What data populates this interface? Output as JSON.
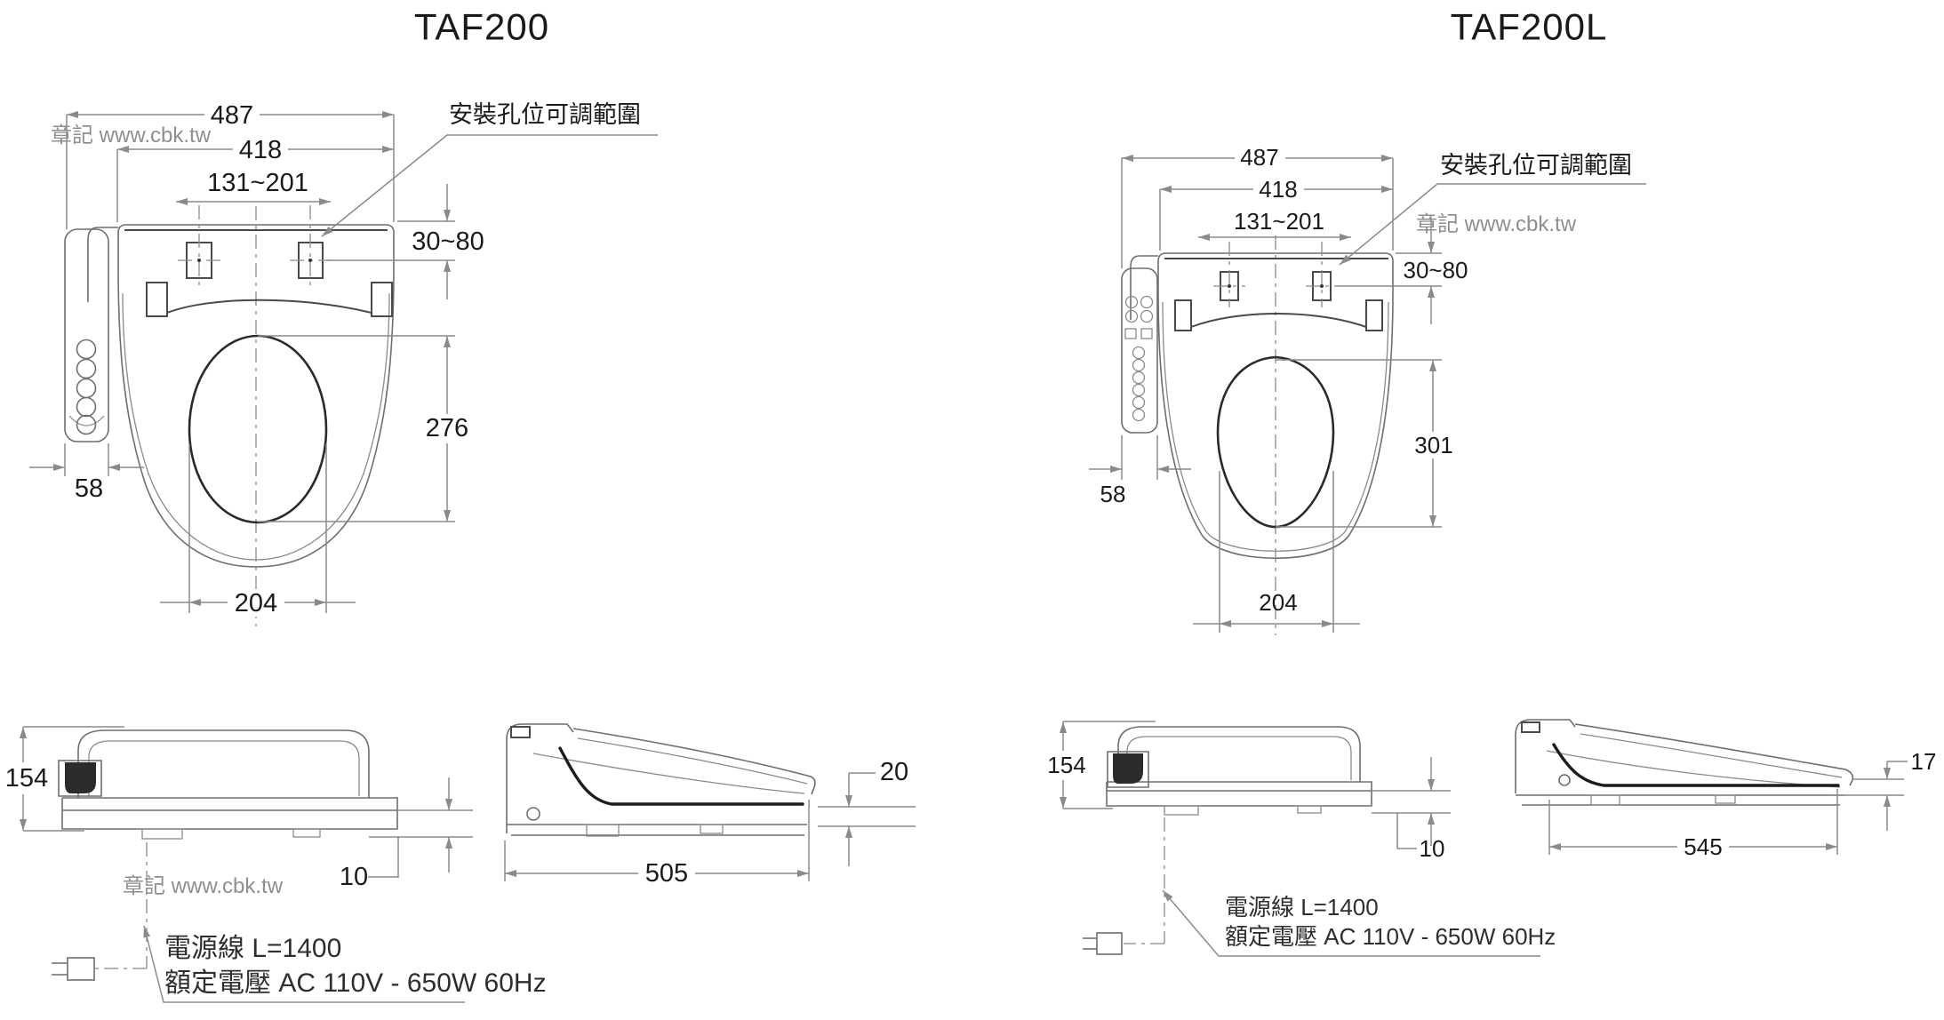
{
  "colors": {
    "outline": "#6e6e6e",
    "heavy": "#1c1c1c",
    "dimension": "#8a8a8a",
    "text": "#1a1a1a",
    "watermark": "#8f8f8f"
  },
  "models": {
    "left": {
      "title": "TAF200",
      "label_mounting": "安裝孔位可調範圍",
      "watermark_top": "章記 www.cbk.tw",
      "watermark_bottom": "章記 www.cbk.tw",
      "power_line1": "電源線 L=1400",
      "power_line2": "額定電壓 AC 110V - 650W 60Hz",
      "dims": {
        "width_overall": "487",
        "width_lid": "418",
        "hole_range": "131~201",
        "hole_offset": "30~80",
        "bowl_length": "276",
        "bowl_width": "204",
        "panel_width": "58",
        "base_offset": "10",
        "side_length": "505",
        "lid_gap": "20",
        "height": "154"
      }
    },
    "right": {
      "title": "TAF200L",
      "label_mounting": "安裝孔位可調範圍",
      "watermark_top": "章記 www.cbk.tw",
      "power_line1": "電源線 L=1400",
      "power_line2": "額定電壓 AC 110V - 650W 60Hz",
      "dims": {
        "width_overall": "487",
        "width_lid": "418",
        "hole_range": "131~201",
        "hole_offset": "30~80",
        "bowl_length": "301",
        "bowl_width": "204",
        "panel_width": "58",
        "base_offset": "10",
        "side_length": "545",
        "lid_gap": "17",
        "height": "154"
      }
    }
  }
}
